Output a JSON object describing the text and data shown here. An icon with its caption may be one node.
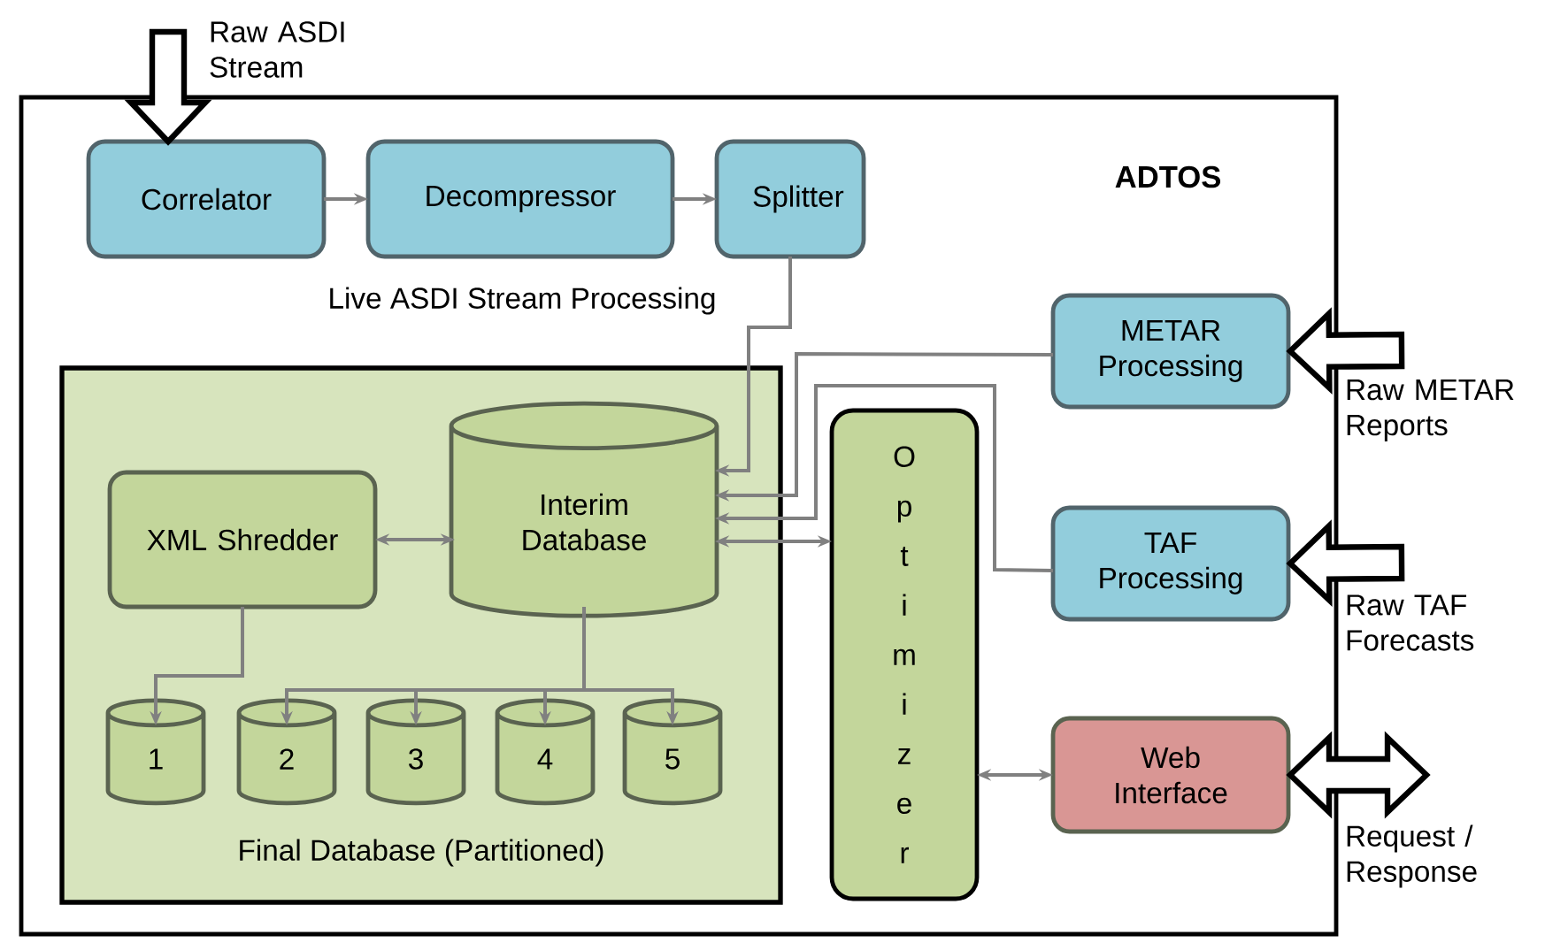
{
  "diagram": {
    "nodes": [
      {
        "text": [
          "ADTOS"
        ]
      },
      {
        "text": [
          "Correlator"
        ],
        "in": 0
      },
      {
        "text": [
          "Decompressor"
        ],
        "in": 0
      },
      {
        "text": [
          "Splitter"
        ],
        "in": 0
      },
      {
        "text": [
          "METAR Processing"
        ],
        "in": 0
      },
      {
        "text": [
          "TAF Processing"
        ],
        "in": 0
      },
      {
        "text": [
          "Final Database (Partitioned)"
        ],
        "in": 0
      },
      {
        "text": [
          "XML Shredder"
        ],
        "in": 6
      },
      {
        "text": [
          "Interim Database"
        ],
        "in": 6
      },
      {
        "text": [
          "1"
        ],
        "in": 6
      },
      {
        "text": [
          "2"
        ],
        "in": 6
      },
      {
        "text": [
          "3"
        ],
        "in": 6
      },
      {
        "text": [
          "4"
        ],
        "in": 6
      },
      {
        "text": [
          "5"
        ],
        "in": 6
      },
      {
        "text": [
          "Optimizer"
        ],
        "in": 0
      },
      {
        "text": [
          "Web Interface"
        ],
        "in": 0
      },
      {
        "text": [
          "Raw ASDI Stream"
        ]
      },
      {
        "text": [
          "Raw METAR Reports"
        ]
      },
      {
        "text": [
          "Raw TAF Forecasts"
        ]
      },
      {
        "text": [
          "Request / Response"
        ]
      }
    ],
    "edges": [
      {
        "from": 1,
        "to": 2,
        "arrow": "to"
      },
      {
        "from": 2,
        "to": 3,
        "arrow": "to"
      },
      {
        "from": 3,
        "to": 8,
        "arrow": "to"
      },
      {
        "from": 4,
        "to": 8,
        "arrow": "to"
      },
      {
        "from": 5,
        "to": 8,
        "arrow": "to"
      },
      {
        "from": 8,
        "to": 14,
        "arrow": "both"
      },
      {
        "from": 7,
        "to": 8,
        "arrow": "both"
      },
      {
        "from": 7,
        "to": 9,
        "arrow": "to"
      },
      {
        "from": 8,
        "to": 10,
        "arrow": "to"
      },
      {
        "from": 8,
        "to": 11,
        "arrow": "to"
      },
      {
        "from": 8,
        "to": 12,
        "arrow": "to"
      },
      {
        "from": 8,
        "to": 13,
        "arrow": "to"
      },
      {
        "from": 14,
        "to": 15,
        "arrow": "both"
      },
      {
        "from": 16,
        "to": 1,
        "arrow": "to",
        "style": "thick",
        "color": "#000000"
      },
      {
        "from": 17,
        "to": 4,
        "arrow": "to",
        "style": "thick",
        "color": "#000000"
      },
      {
        "from": 18,
        "to": 5,
        "arrow": "to",
        "style": "thick",
        "color": "#000000"
      },
      {
        "from": 19,
        "to": 15,
        "arrow": "both",
        "style": "thick",
        "color": "#000000"
      }
    ],
    "labels": [
      "Live ASDI Stream Processing"
    ]
  }
}
